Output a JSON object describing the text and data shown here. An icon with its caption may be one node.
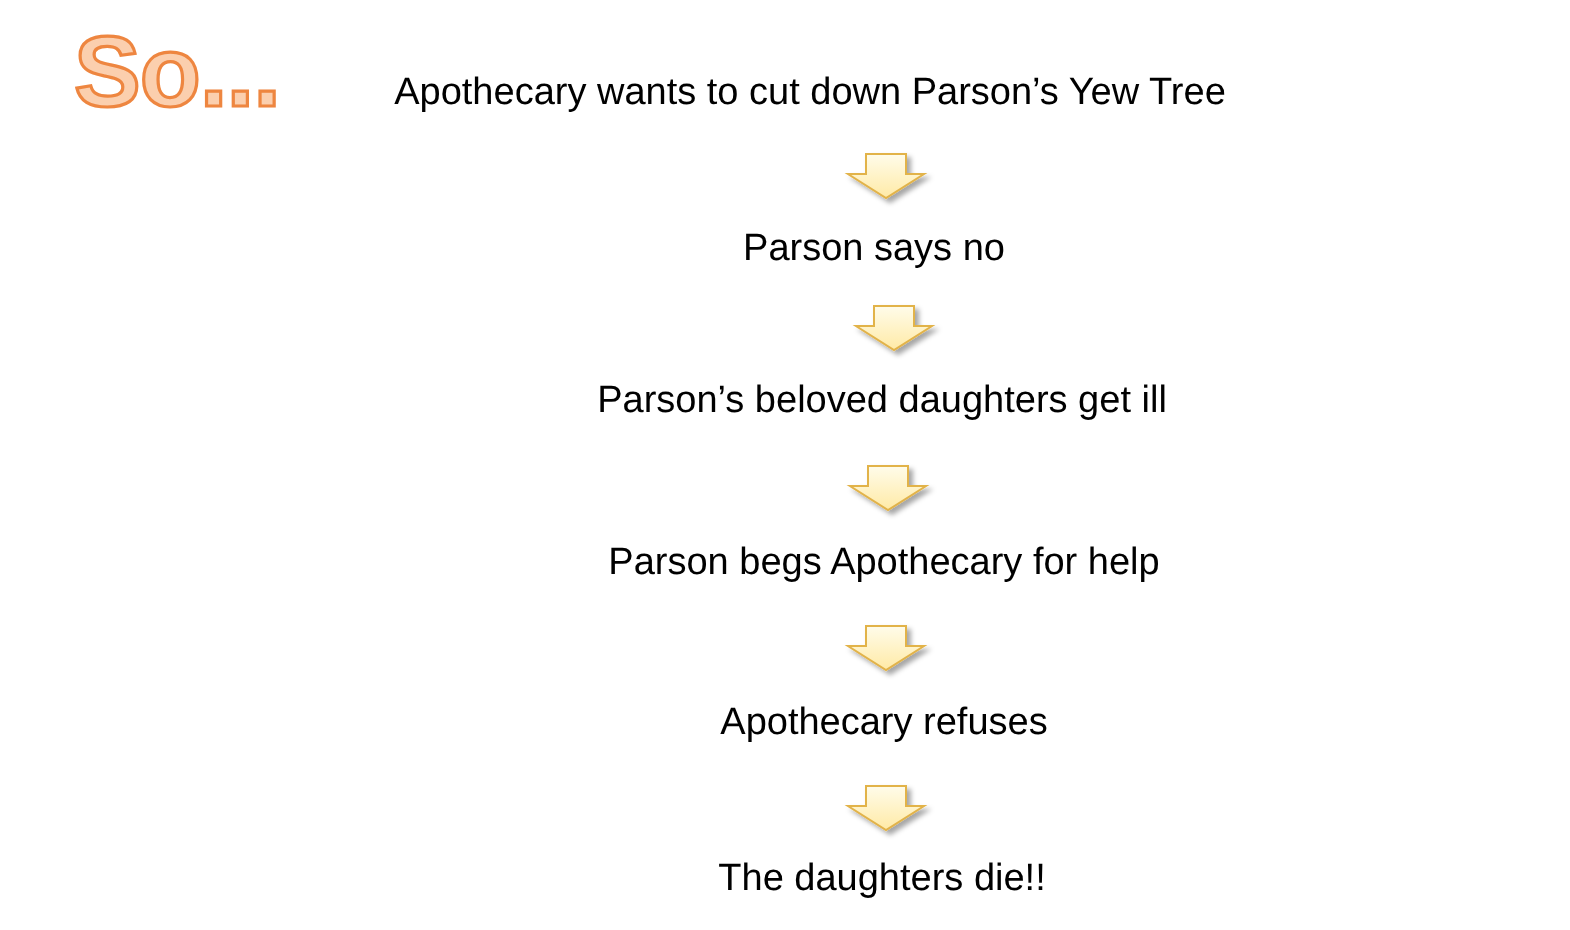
{
  "diagram": {
    "title": "So...",
    "nodes": [
      {
        "text": [
          "Apothecary wants to cut down Parson’s Yew Tree"
        ]
      },
      {
        "text": [
          "Parson says no"
        ]
      },
      {
        "text": [
          "Parson’s beloved daughters get ill"
        ]
      },
      {
        "text": [
          "Parson begs Apothecary for help"
        ]
      },
      {
        "text": [
          "Apothecary refuses"
        ]
      },
      {
        "text": [
          "The daughters die!!"
        ]
      }
    ],
    "edges": [
      {
        "from": 0,
        "to": 1,
        "arrow": "to"
      },
      {
        "from": 1,
        "to": 2,
        "arrow": "to"
      },
      {
        "from": 2,
        "to": 3,
        "arrow": "to"
      },
      {
        "from": 3,
        "to": 4,
        "arrow": "to"
      },
      {
        "from": 4,
        "to": 5,
        "arrow": "to"
      }
    ]
  }
}
